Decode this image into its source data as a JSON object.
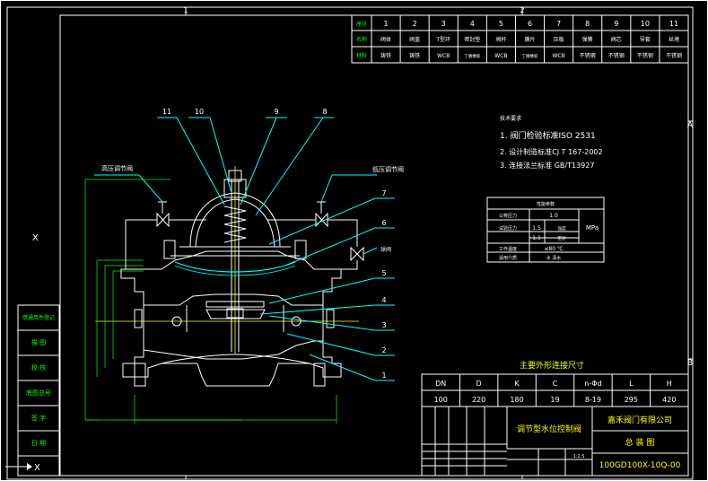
{
  "colors": {
    "background": "#000000",
    "frame": "#ffffff",
    "cyan": "#00ffff",
    "yellow": "#ffff00",
    "green": "#00ff00",
    "magenta": "#ff00ff"
  },
  "frame": {
    "top_zone_left": "1",
    "top_zone_right": "2",
    "right_zone_a": "A",
    "right_zone_b": "B",
    "bottom_zone_left": "1",
    "bottom_zone_right": "2",
    "left_tick": "X",
    "left_ucs": "X"
  },
  "parts_table": {
    "row_labels": [
      "序号",
      "名称",
      "材料"
    ],
    "numbers": [
      "1",
      "2",
      "3",
      "4",
      "5",
      "6",
      "7",
      "8",
      "9",
      "10",
      "11"
    ],
    "names": [
      "阀体",
      "阀盖",
      "T型环",
      "密封垫",
      "阀杆",
      "膜片",
      "压板",
      "弹簧",
      "阀芯",
      "导套",
      "丝堵"
    ],
    "materials": [
      "铸铁",
      "铸铁",
      "WCB",
      "丁腈橡胶",
      "WCB",
      "丁腈橡胶",
      "WCB",
      "不锈钢",
      "不锈钢",
      "不锈钢",
      "不锈钢"
    ]
  },
  "tech_requirements": {
    "title": "技术要求",
    "items": [
      "1. 阀门检验标准ISO 2531",
      "2. 设计制造标准CJ T 167-2002",
      "3. 连接法兰标准  GB/T13927"
    ]
  },
  "spec_table": {
    "title": "性能参数",
    "rows": [
      {
        "label": "公称压力",
        "value": "1.0"
      },
      {
        "label": "试验压力",
        "value": "1.5",
        "sub": "强度"
      },
      {
        "label": "",
        "value": "1.1",
        "sub": "密封"
      },
      {
        "label": "工作温度",
        "value": "≤80 ℃"
      },
      {
        "label": "适用介质",
        "value": "水 清水"
      }
    ],
    "unit": "MPa"
  },
  "callouts": {
    "left_pilot": "高压调节阀",
    "right_pilot": "低压调节阀",
    "right_small": "球阀",
    "numbers": [
      "11",
      "10",
      "9",
      "8",
      "7",
      "6",
      "5",
      "4",
      "3",
      "2",
      "1"
    ]
  },
  "dimension_table": {
    "title": "主要外形连接尺寸",
    "headers": [
      "DN",
      "D",
      "K",
      "C",
      "n-Φd",
      "L",
      "H"
    ],
    "values": [
      "100",
      "220",
      "180",
      "19",
      "8-19",
      "295",
      "420"
    ]
  },
  "title_block": {
    "product": "调节型水位控制阀",
    "company": "嘉禾阀门有限公司",
    "drawing_name": "总 装 图",
    "drawing_no": "100GD100X-10Q-00",
    "scale": "1:2.5"
  },
  "left_stamp": {
    "rows": [
      "借通用件登记",
      "描 图",
      "校 核",
      "底图总号",
      "签 字",
      "日 期"
    ]
  }
}
